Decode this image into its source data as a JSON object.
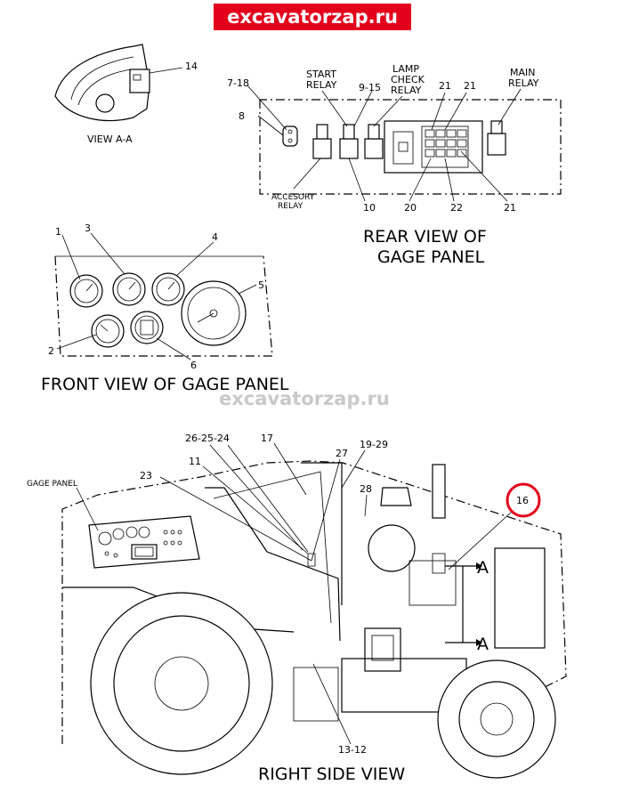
{
  "watermark": {
    "top": "excavatorzap.ru",
    "middle": "excavatorzap.ru"
  },
  "accent": "#e3001b",
  "highlight_color": "#e3001b",
  "view_aa": {
    "caption": "VIEW A-A",
    "callout_14": "14"
  },
  "rear_view": {
    "caption_line1": "REAR VIEW OF",
    "caption_line2": "GAGE PANEL",
    "start_relay_1": "START",
    "start_relay_2": "RELAY",
    "lamp_check_1": "LAMP",
    "lamp_check_2": "CHECK",
    "lamp_check_3": "RELAY",
    "main_relay_1": "MAIN",
    "main_relay_2": "RELAY",
    "accessory_relay_1": "ACCESORY",
    "accessory_relay_2": "RELAY",
    "callouts": {
      "c7_18": "7-18",
      "c8": "8",
      "c9_15": "9-15",
      "c21a": "21",
      "c21b": "21",
      "c21c": "21",
      "c10": "10",
      "c20": "20",
      "c22": "22"
    }
  },
  "front_view": {
    "caption": "FRONT VIEW OF GAGE PANEL",
    "callouts": {
      "c1": "1",
      "c2": "2",
      "c3": "3",
      "c4": "4",
      "c5": "5",
      "c6": "6"
    }
  },
  "side_view": {
    "caption": "RIGHT SIDE VIEW",
    "gage_panel_label": "GAGE PANEL",
    "section_a_top": "A",
    "section_a_bottom": "A",
    "callouts": {
      "c26_25_24": "26-25-24",
      "c17": "17",
      "c19_29": "19-29",
      "c11": "11",
      "c27": "27",
      "c23": "23",
      "c28": "28",
      "c16": "16",
      "c13_12": "13-12"
    }
  }
}
